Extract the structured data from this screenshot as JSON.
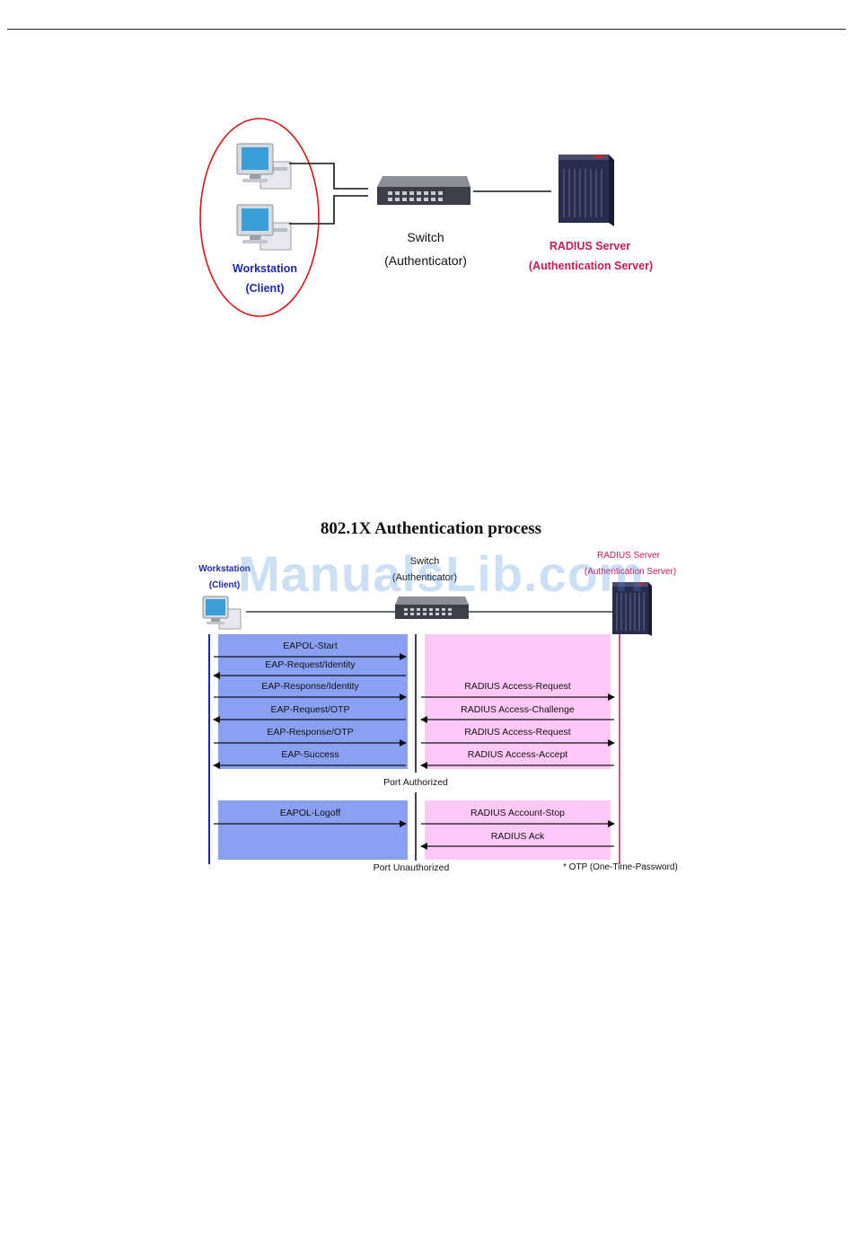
{
  "diagram_top": {
    "workstation_label": "Workstation",
    "workstation_sub": "(Client)",
    "switch_label": "Switch",
    "switch_sub": "(Authenticator)",
    "radius_label": "RADIUS Server",
    "radius_sub": "(Authentication Server)"
  },
  "diagram_bottom": {
    "title": "802.1X Authentication process",
    "workstation_label": "Workstation",
    "workstation_sub": "(Client)",
    "switch_label": "Switch",
    "switch_sub": "(Authenticator)",
    "radius_label": "RADIUS Server",
    "radius_sub": "(Authentication Server)",
    "client_messages": [
      {
        "label": "EAPOL-Start",
        "direction": "right"
      },
      {
        "label": "EAP-Request/Identity",
        "direction": "left"
      },
      {
        "label": "EAP-Response/Identity",
        "direction": "right"
      },
      {
        "label": "EAP-Request/OTP",
        "direction": "left"
      },
      {
        "label": "EAP-Response/OTP",
        "direction": "right"
      },
      {
        "label": "EAP-Success",
        "direction": "left"
      }
    ],
    "server_messages": [
      {
        "label": "RADIUS Access-Request",
        "direction": "right"
      },
      {
        "label": "RADIUS Access-Challenge",
        "direction": "left"
      },
      {
        "label": "RADIUS Access-Request",
        "direction": "right"
      },
      {
        "label": "RADIUS Access-Accept",
        "direction": "left"
      }
    ],
    "port_authorized": "Port Authorized",
    "client_logoff": {
      "label": "EAPOL-Logoff",
      "direction": "right"
    },
    "server_logoff": [
      {
        "label": "RADIUS Account-Stop",
        "direction": "right"
      },
      {
        "label": "RADIUS Ack",
        "direction": "left"
      }
    ],
    "port_unauthorized": "Port Unauthorized",
    "footnote": "* OTP (One-Time-Password)"
  },
  "watermark": "ManualsLib.com",
  "colors": {
    "client_panel": "#8aa0f2",
    "server_panel": "#ffc8f6",
    "workstation_text": "#1a2aa8",
    "radius_text": "#c8185a",
    "ellipse": "#d01818"
  }
}
